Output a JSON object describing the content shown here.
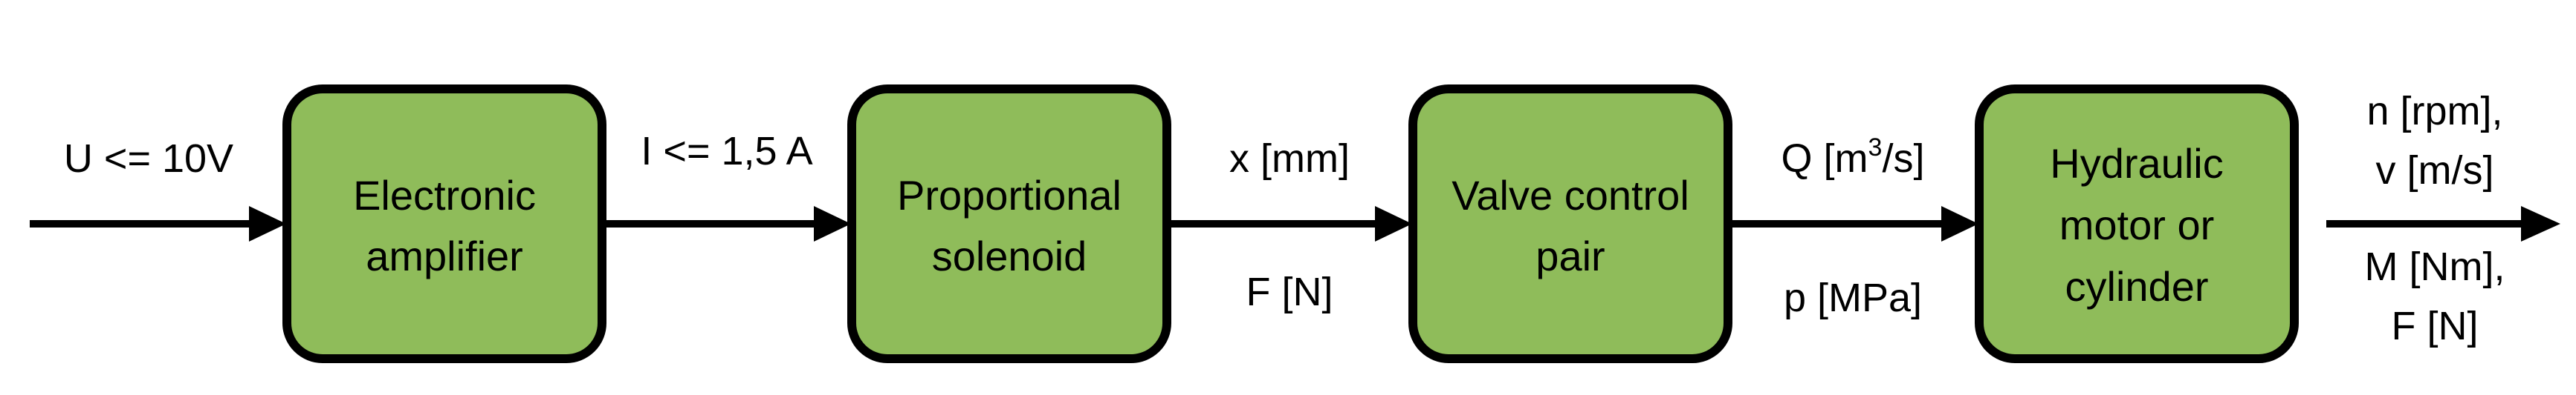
{
  "colors": {
    "block_fill": "#8fbc5a",
    "stroke": "#000000",
    "text": "#000000",
    "background": "#ffffff"
  },
  "blocks": [
    {
      "id": "electronic-amplifier",
      "lines": [
        "Electronic",
        "amplifier"
      ]
    },
    {
      "id": "proportional-solenoid",
      "lines": [
        "Proportional",
        "solenoid"
      ]
    },
    {
      "id": "valve-control-pair",
      "lines": [
        "Valve control",
        "pair"
      ]
    },
    {
      "id": "hydraulic-motor-or-cylinder",
      "lines": [
        "Hydraulic",
        "motor or",
        "cylinder"
      ]
    }
  ],
  "signals": {
    "input": "U <= 10V",
    "amplifier_to_solenoid": "I <= 1,5 A",
    "solenoid_to_valve_top": "x [mm]",
    "solenoid_to_valve_bottom": "F [N]",
    "valve_to_actuator_top": {
      "base": "Q [m",
      "sup": "3",
      "tail": "/s]"
    },
    "valve_to_actuator_bottom": "p [MPa]",
    "output_top": [
      "n [rpm],",
      "v [m/s]"
    ],
    "output_bottom": [
      "M [Nm],",
      "F [N]"
    ]
  }
}
